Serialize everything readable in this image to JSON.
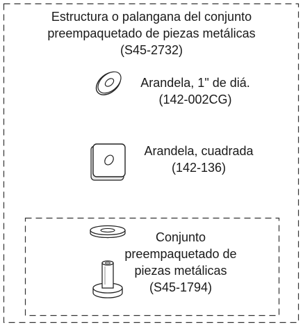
{
  "kit": {
    "title_lines": [
      "Estructura o palangana del conjunto",
      "preempaquetado de piezas metálicas",
      "(S45-2732)"
    ]
  },
  "washer_round": {
    "label_lines": [
      "Arandela, 1\" de diá.",
      "(142-002CG)"
    ]
  },
  "washer_square": {
    "label_lines": [
      "Arandela, cuadrada",
      "(142-136)"
    ]
  },
  "inner_kit": {
    "label_lines": [
      "Conjunto",
      "preempaquetado de",
      "piezas metálicas",
      "(S45-1794)"
    ]
  }
}
